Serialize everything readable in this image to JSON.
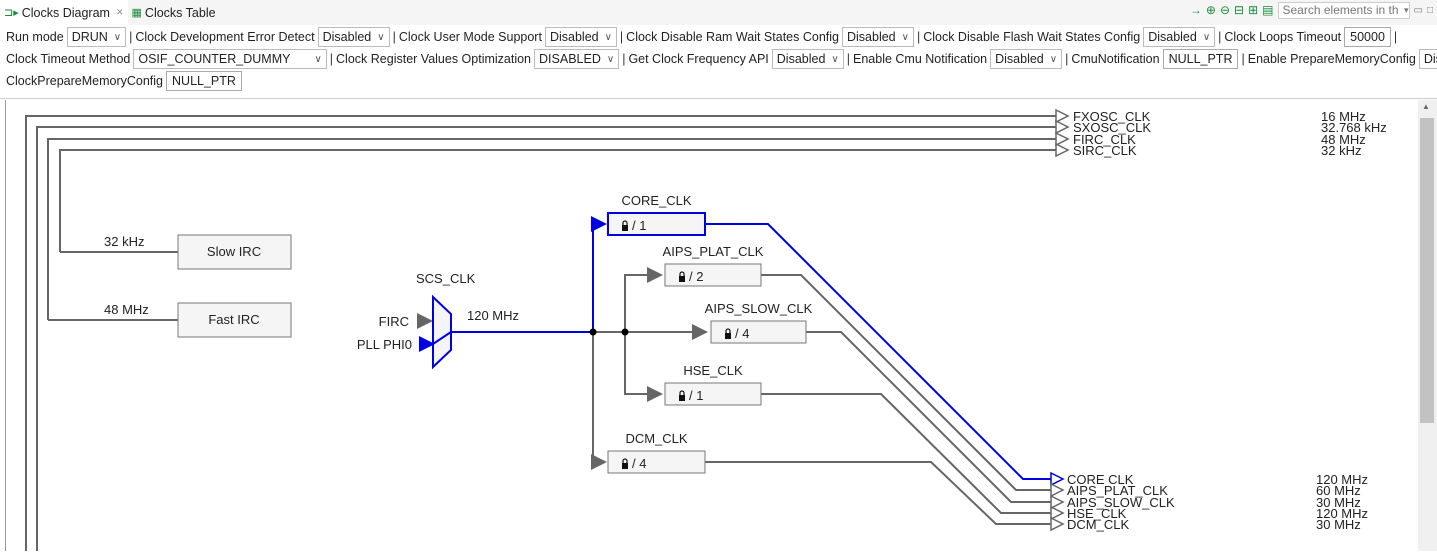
{
  "tabs": [
    {
      "label": "Clocks Diagram",
      "icon": "diagram-icon",
      "active": true
    },
    {
      "label": "Clocks Table",
      "icon": "table-icon",
      "active": false
    }
  ],
  "toolbar": {
    "search_placeholder": "Search elements in th",
    "icons": [
      "arrow-right-icon",
      "zoom-in-icon",
      "zoom-out-icon",
      "layout-icon",
      "layout-alt-icon",
      "list-icon"
    ]
  },
  "config": {
    "run_mode": {
      "label": "Run mode",
      "value": "DRUN"
    },
    "dev_error_detect": {
      "label": "Clock Development Error Detect",
      "value": "Disabled"
    },
    "user_mode": {
      "label": "Clock User Mode Support",
      "value": "Disabled"
    },
    "ram_wait": {
      "label": "Clock Disable Ram Wait States Config",
      "value": "Disabled"
    },
    "flash_wait": {
      "label": "Clock Disable Flash Wait States Config",
      "value": "Disabled"
    },
    "loops_timeout": {
      "label": "Clock Loops Timeout",
      "value": "50000"
    },
    "timeout_method": {
      "label": "Clock Timeout Method",
      "value": "OSIF_COUNTER_DUMMY"
    },
    "reg_opt": {
      "label": "Clock Register Values Optimization",
      "value": "DISABLED"
    },
    "freq_api": {
      "label": "Get Clock Frequency API",
      "value": "Disabled"
    },
    "cmu_notif_en": {
      "label": "Enable Cmu Notification",
      "value": "Disabled"
    },
    "cmu_notif": {
      "label": "CmuNotification",
      "value": "NULL_PTR"
    },
    "prep_mem_en": {
      "label": "Enable PrepareMemoryConfig",
      "value": "Disabled"
    },
    "prep_mem": {
      "label": "ClockPrepareMemoryConfig",
      "value": "NULL_PTR"
    }
  },
  "diagram": {
    "colors": {
      "active": "#0000e0",
      "inactive": "#666666"
    },
    "top_outputs": [
      {
        "name": "FXOSC_CLK",
        "freq": "16 MHz"
      },
      {
        "name": "SXOSC_CLK",
        "freq": "32.768 kHz"
      },
      {
        "name": "FIRC_CLK",
        "freq": "48 MHz"
      },
      {
        "name": "SIRC_CLK",
        "freq": "32 kHz"
      }
    ],
    "sources": [
      {
        "name": "Slow IRC",
        "freq": "32 kHz"
      },
      {
        "name": "Fast IRC",
        "freq": "48 MHz"
      }
    ],
    "mux": {
      "name": "SCS_CLK",
      "freq": "120 MHz",
      "inputs": [
        "FIRC",
        "PLL PHI0"
      ]
    },
    "dividers": [
      {
        "name": "CORE_CLK",
        "div": "/ 1"
      },
      {
        "name": "AIPS_PLAT_CLK",
        "div": "/ 2"
      },
      {
        "name": "AIPS_SLOW_CLK",
        "div": "/ 4"
      },
      {
        "name": "HSE_CLK",
        "div": "/ 1"
      },
      {
        "name": "DCM_CLK",
        "div": "/ 4"
      }
    ],
    "bottom_outputs": [
      {
        "name": "CORE CLK",
        "freq": "120 MHz"
      },
      {
        "name": "AIPS_PLAT_CLK",
        "freq": "60 MHz"
      },
      {
        "name": "AIPS_SLOW_CLK",
        "freq": "30 MHz"
      },
      {
        "name": "HSE_CLK",
        "freq": "120 MHz"
      },
      {
        "name": "DCM_CLK",
        "freq": "30 MHz"
      }
    ]
  }
}
